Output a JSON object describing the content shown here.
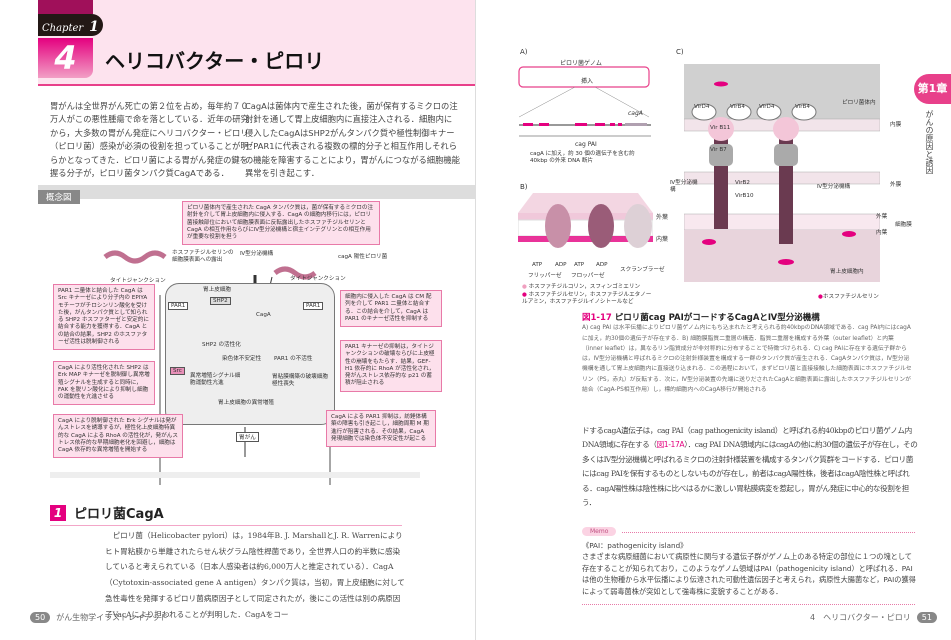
{
  "header": {
    "chapter_label": "Chapter",
    "chapter_number": "1",
    "section_number": "4",
    "title": "ヘリコバクター・ピロリ"
  },
  "intro": {
    "col1": "胃がんは全世界がん死亡の第２位を占め，毎年約７０万人がこの悪性腫瘍で命を落としている．近年の研究から，大多数の胃がん発症にヘリコバクター・ピロリ（ピロリ菌）感染が必須の役割を担っていることが明らかとなってきた．ピロリ菌による胃がん発症の鍵を握る分子が，ピロリ菌タンパク質CagAである．",
    "col2": "CagAは菌体内で産生された後，菌が保有するミクロの注射針を通して胃上皮細胞内に直接注入される．細胞内に侵入したCagAはSHP2がんタンパク質や極性制御キナーゼPAR1に代表される複数の標的分子と相互作用しそれらの機能を障害することにより，胃がんにつながる細胞機能異常を引き起こす．"
  },
  "concept": {
    "heading": "概念図",
    "box_top": "ピロリ菌体内で産生された CagA タンパク質は，菌が保有するミクロの注射針を介して胃上皮細胞内に侵入する．CagA の細胞内移行には，ピロリ菌接触部位において細胞膜表面に反転露出したホスファチジルセリンと CagA の相互作用ならびにⅣ型分泌機構と宿主インテグリンとの相互作用が重要な役割を担う",
    "box_l1": "PAR1 二量体と結合した CagA は Src キナーゼにより分子内の EPIYA モチーフがチロシンリン酸化を受けた後，がんタンパク質として知られる SHP2 ホスファターゼと安定的に結合する能力を獲得する．CagA との結合の結果，SHP2 のホスファターゼ活性は脱制御される",
    "box_l2": "CagA により活性化された SHP2 は Erk MAP キナーゼを脱制御し異常増殖シグナルを生成すると同時に，FAK を脱リン酸化により抑制し細胞の運動性を亢進させる",
    "box_l3": "CagA により脱制御された Erk シグナルは発がんストレスを誘導するが，極性化上皮細胞特異的な CagA による RhoA の活性化が，発がんストレス依存的な早期細胞老化を回避し，細胞は CagA 依存的な異常増殖を開始する",
    "box_r1": "細胞内に侵入した CagA は CM 配列を介して PAR1 二量体と結合する．この結合を介して，CagA は PAR1 のキナーゼ活性を抑制する",
    "box_r2": "PAR1 キナーゼの抑制は，タイトジャンクションの破壊ならびに上皮極性の崩壊をもたらす．結果，GEF-H1 依存的に RhoA が活性化され，発がんストレス依存的な p21 の蓄積が阻止される",
    "box_r3": "CagA による PAR1 抑制は，紡錘体構築の障害も引き起こし，細胞周期 M 期進行が阻害される．その結果，CagA 発現細胞では染色体不安定性が起こる",
    "labels": {
      "t4ss": "Ⅳ型分泌機構",
      "cagA_pos": "cagA 陽性ピロリ菌",
      "ps": "ホスファチジルセリンの細胞膜表面への露出",
      "tj_left": "タイトジャンクション",
      "tj_right": "タイトジャンクション",
      "epithelial": "胃上皮細胞",
      "shp2": "SHP2",
      "cagA": "CagA",
      "par1": "PAR1",
      "shp2_act": "SHP2 の活性化",
      "src": "Src",
      "chrom": "染色体不安定性",
      "par1_inact": "PAR1 の不活性",
      "signal": "異常増殖シグナル細胞運動性亢進",
      "polarity": "胃粘膜構築の破壊細胞極性喪失",
      "prolif": "胃上皮細胞の異常増殖",
      "cancer": "胃がん"
    }
  },
  "section": {
    "number": "1",
    "title": "ピロリ菌CagA",
    "body": "ピロリ菌（Helicobacter pylori）は，1984年B. J. MarshallとJ. R. Warrenによりヒト胃粘膜から単離されたらせん状グラム陰性桿菌であり，全世界人口の約半数に感染していると考えられている（日本人感染者は約6,000万人と推定されている）．CagA（Cytotoxin-associated gene A antigen）タンパク質は，当初，胃上皮細胞に対して急性毒性を発揮するピロリ菌病原因子として同定されたが，後にこの活性は別の病原因子VacAにより担われることが判明した．CagAをコー"
  },
  "footer_left": {
    "page": "50",
    "book": "がん生物学イラストレイテッド"
  },
  "figure": {
    "a": {
      "label": "A)",
      "genome": "ピロリ菌ゲノム",
      "insert": "挿入",
      "cagA": "cagA",
      "pai": "cag PAI",
      "desc": "cagA に加え，約 30 個の遺伝子を含む約 40kbp の外来 DNA 断片"
    },
    "b": {
      "label": "B)",
      "outer": "外葉",
      "inner": "内葉",
      "atp1": "ATP",
      "adp1": "ADP",
      "atp2": "ATP",
      "adp2": "ADP",
      "flippase": "フリッパーゼ",
      "floppase": "フロッパーゼ",
      "scramblase": "スクランブラーゼ",
      "legend1": "ホスファチジルコリン，スフィンゴミエリン",
      "legend2": "ホスファチジルセリン，ホスファチジルエタノールアミン，ホスファチジルイノシトールなど"
    },
    "c": {
      "label": "C)",
      "inside": "ピロリ菌体内",
      "inner_mem": "内膜",
      "outer_mem": "外膜",
      "virD4a": "VirD4",
      "virB4a": "VirB4",
      "virD4b": "VirD4",
      "virB4b": "VirB4",
      "virB11": "Vir B11",
      "virB7": "Vir B7",
      "virB2": "VirB2",
      "virB10": "VirB10",
      "t4ss_left": "Ⅳ型分泌機構",
      "t4ss_right": "Ⅳ型分泌機構",
      "outer_leaf": "外葉",
      "inner_leaf": "内葉",
      "cell_mem": "細胞膜",
      "cytoplasm": "胃上皮細胞内",
      "ps_legend": "ホスファチジルセリン"
    },
    "caption_title_num": "図1-17",
    "caption_title": "ピロリ菌cag PAIがコードするCagAとⅣ型分泌機構",
    "caption": "A) cag PAI は水平伝播によりピロリ菌ゲノム内にもち込まれたと考えられる約40kbpのDNA領域である．cag PAI内にはcagAに加え，約30個の遺伝子が存在する．B) 細胞膜脂質二重層の構造．脂質二重層を構成する外葉（outer leaflet）と内葉（inner leaflet）は，異なるリン脂質成分が非対称的に分布することで特徴づけられる．C) cag PAIに存在する遺伝子群からは，Ⅳ型分泌機構と呼ばれるミクロの注射針様装置を構成する一群のタンパク質が産生される．CagAタンパク質は，Ⅳ型分泌機構を通して胃上皮細胞内に直接送り込まれる．この過程において，まずピロリ菌と直接接触した細胞表面にホスファチジルセリン（PS，赤丸）が反転する．次に，Ⅳ型分泌装置の先端に送りだされたCagAと細胞表面に露出したホスファチジルセリンが結合（CagA-PS相互作用）し，標的細胞内へのCagA移行が開始される"
  },
  "right_body": {
    "pre": "ドするcagA遺伝子は，cag PAI（cag pathogenicity island）と呼ばれる約40kbpのピロリ菌ゲノム内DNA領域に存在する（",
    "ref": "図1-17A",
    "post": "）．cag PAI DNA領域内にはcagAの他に約30個の遺伝子が存在し，その多くはⅣ型分泌機構と呼ばれるミクロの注射針様装置を構成するタンパク質群をコードする．ピロリ菌にはcag PAIを保有するものとしないものが存在し，前者はcagA陽性株，後者はcagA陰性株と呼ばれる．cagA陽性株は陰性株に比べはるかに激しい胃粘膜病変を惹起し，胃がん発症に中心的な役割を担う．"
  },
  "memo": {
    "tag": "Memo",
    "title": "《PAI：pathogenicity island》",
    "text": "さまざまな病原細菌において病原性に関与する遺伝子群がゲノム上のある特定の部位に１つの塊として存在することが知られており，このようなゲノム領域はPAI（pathogenicity island）と呼ばれる．PAIは他の生物種から水平伝播により伝達された可動性遺伝因子と考えられ，病原性大腸菌など，PAIの獲得によって弱毒菌株が突如として強毒株に変貌することがある．"
  },
  "side_tab": {
    "chapter": "第1章",
    "text": "がんの原因と誘因"
  },
  "footer_right": {
    "section": "4　ヘリコバクター・ピロリ",
    "page": "51"
  },
  "colors": {
    "accent": "#e4007f",
    "pink_box": "#fde0ec"
  }
}
